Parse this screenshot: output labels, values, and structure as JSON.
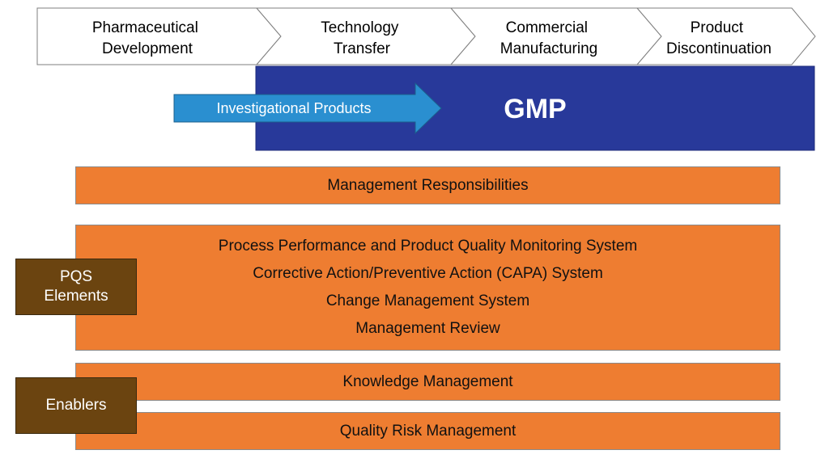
{
  "stages": [
    {
      "line1": "Pharmaceutical",
      "line2": "Development"
    },
    {
      "line1": "Technology",
      "line2": "Transfer"
    },
    {
      "line1": "Commercial",
      "line2": "Manufacturing"
    },
    {
      "line1": "Product",
      "line2": "Discontinuation"
    }
  ],
  "gmp": {
    "label": "GMP"
  },
  "investigational": {
    "label": "Investigational Products"
  },
  "management_responsibilities": "Management Responsibilities",
  "pqs_elements": {
    "tag_line1": "PQS",
    "tag_line2": "Elements",
    "items": [
      "Process Performance and Product Quality Monitoring System",
      "Corrective Action/Preventive Action (CAPA) System",
      "Change Management System",
      "Management Review"
    ]
  },
  "enablers": {
    "tag": "Enablers",
    "items": [
      "Knowledge Management",
      "Quality Risk Management"
    ]
  },
  "colors": {
    "stage_fill": "#ffffff",
    "stage_stroke": "#7f7f7f",
    "gmp_fill": "#28399a",
    "arrow_fill": "#2a8fd0",
    "box_fill": "#ee7d31",
    "tag_fill": "#6b4410"
  }
}
